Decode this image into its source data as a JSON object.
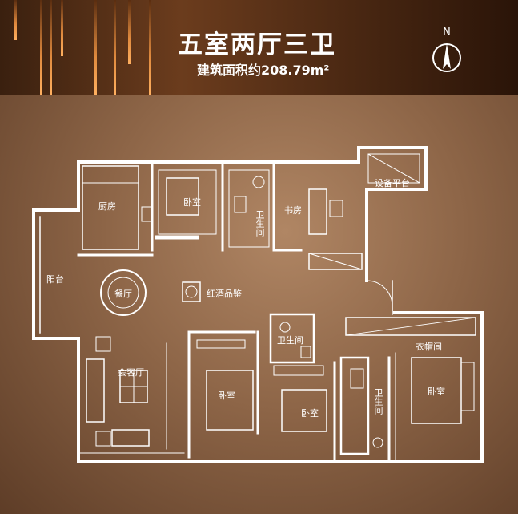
{
  "header": {
    "title": "五室两厅三卫",
    "subtitle": "建筑面积约208.79m²",
    "compass_letter": "N"
  },
  "rooms": {
    "kitchen": "厨房",
    "bedroom_top": "卧室",
    "bath_top": "卫生间",
    "study": "书房",
    "equipment": "设备平台",
    "balcony": "阳台",
    "dining": "餐厅",
    "wine": "红酒品鉴",
    "living": "会客厅",
    "bath_mid": "卫生间",
    "bedroom_mid": "卧室",
    "bedroom_small": "卧室",
    "bath_right": "卫生间",
    "wardrobe": "衣帽间",
    "bedroom_master": "卧室"
  },
  "colors": {
    "header_dark": "#3a200f",
    "accent_orange": "#e08a3e",
    "wall": "#ffffff",
    "background": "#8d6547"
  }
}
